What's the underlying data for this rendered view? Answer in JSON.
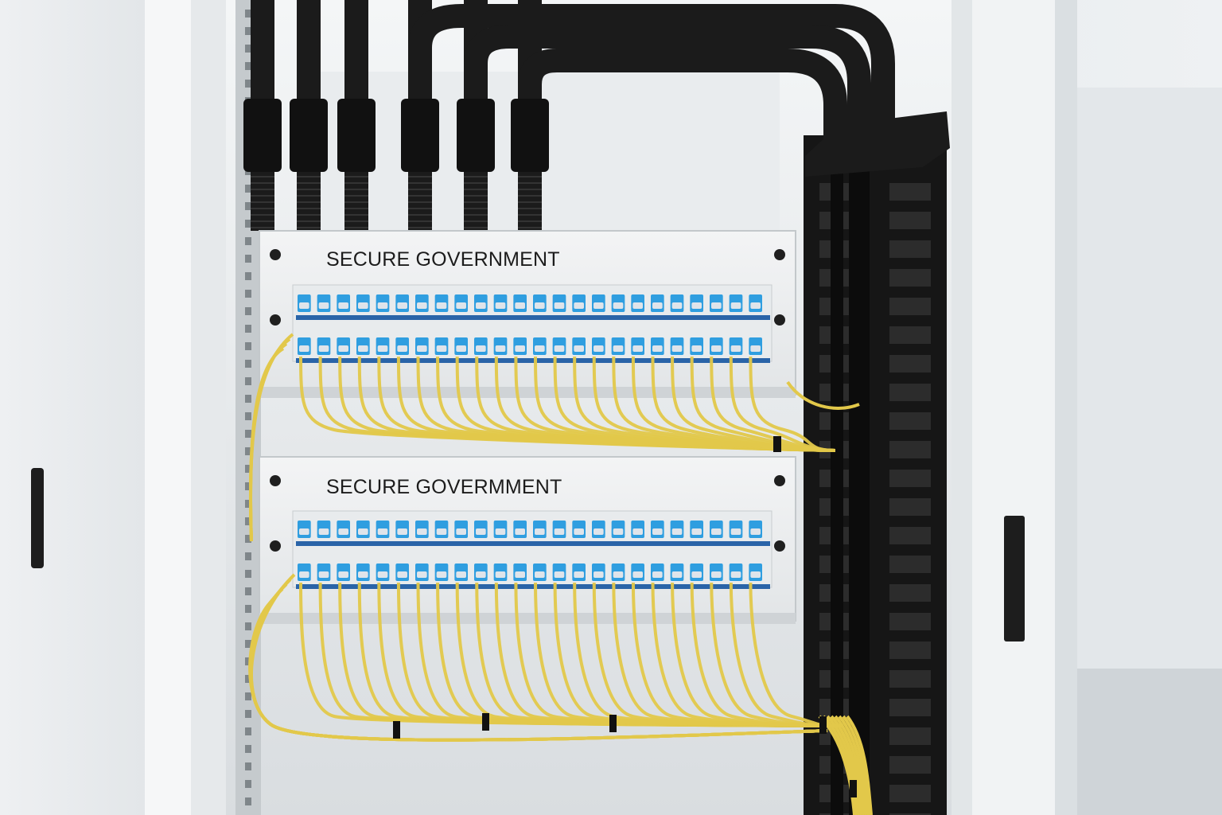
{
  "photo": {
    "subject": "server-rack",
    "panels": [
      {
        "label": "SECURE GOVERNMENT",
        "port_count": 48
      },
      {
        "label": "SECURE GOVERMMENT",
        "port_count": 48
      }
    ]
  },
  "colors": {
    "cable": "#e2c84a",
    "port_boot": "#2f9ee0",
    "conduit": "#1b1b1b",
    "cabinet": "#f2f4f5",
    "wall": "#e6eaec"
  }
}
